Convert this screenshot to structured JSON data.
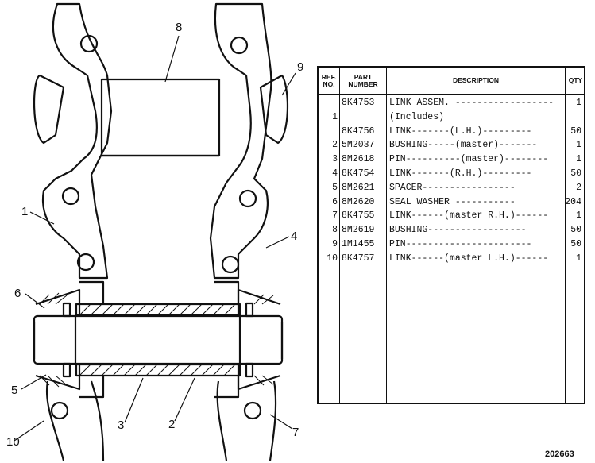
{
  "figure_number": "202663",
  "callouts": [
    "8",
    "9",
    "1",
    "4",
    "6",
    "5",
    "3",
    "2",
    "10",
    "7"
  ],
  "table": {
    "headers": {
      "ref": "REF. NO.",
      "part": "PART NUMBER",
      "desc": "DESCRIPTION",
      "qty": "QTY"
    },
    "rows": [
      {
        "ref": "",
        "part": "8K4753",
        "desc": "LINK ASSEM. ------------------",
        "qty": "1"
      },
      {
        "ref": "1",
        "part": "",
        "desc": "  (Includes)",
        "qty": ""
      },
      {
        "ref": "",
        "part": "8K4756",
        "desc": "  LINK-------(L.H.)---------",
        "qty": "50"
      },
      {
        "ref": "2",
        "part": "5M2037",
        "desc": "  BUSHING-----(master)-------",
        "qty": "1"
      },
      {
        "ref": "3",
        "part": "8M2618",
        "desc": "  PIN----------(master)--------",
        "qty": "1"
      },
      {
        "ref": "4",
        "part": "8K4754",
        "desc": "  LINK-------(R.H.)---------",
        "qty": "50"
      },
      {
        "ref": "5",
        "part": "8M2621",
        "desc": "  SPACER-----------------",
        "qty": "2"
      },
      {
        "ref": "6",
        "part": "8M2620",
        "desc": "  SEAL WASHER -----------",
        "qty": "204"
      },
      {
        "ref": "7",
        "part": "8K4755",
        "desc": "  LINK------(master R.H.)------",
        "qty": "1"
      },
      {
        "ref": "8",
        "part": "8M2619",
        "desc": "  BUSHING------------------",
        "qty": "50"
      },
      {
        "ref": "9",
        "part": "1M1455",
        "desc": "  PIN-----------------------",
        "qty": "50"
      },
      {
        "ref": "10",
        "part": "8K4757",
        "desc": "  LINK------(master L.H.)------",
        "qty": "1"
      }
    ]
  }
}
